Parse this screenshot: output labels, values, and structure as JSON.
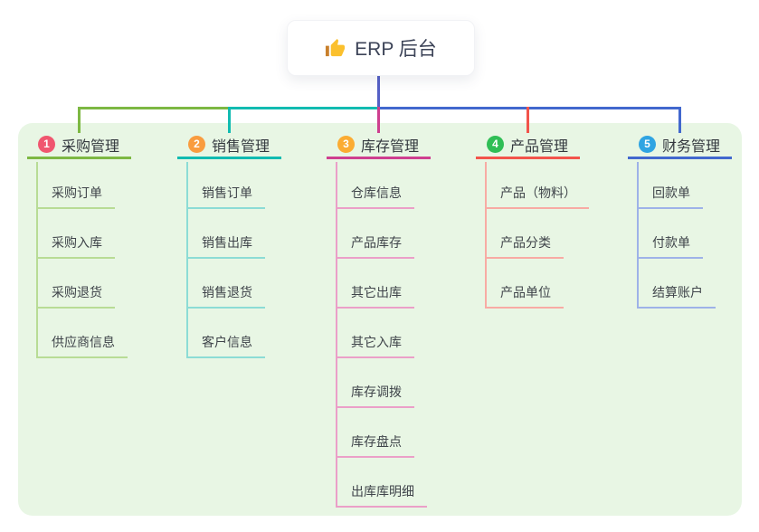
{
  "root": {
    "title": "ERP 后台",
    "icon": "thumbs-up"
  },
  "connector_color": "#5560C6",
  "panel_color": "#E8F6E4",
  "branches": [
    {
      "index": "1",
      "title": "采购管理",
      "color": "#7DB843",
      "light": "#B8DC95",
      "badge": "#F0566F",
      "children": [
        "采购订单",
        "采购入库",
        "采购退货",
        "供应商信息"
      ]
    },
    {
      "index": "2",
      "title": "销售管理",
      "color": "#11BBB1",
      "light": "#8CDCD5",
      "badge": "#F99C3F",
      "children": [
        "销售订单",
        "销售出库",
        "销售退货",
        "客户信息"
      ]
    },
    {
      "index": "3",
      "title": "库存管理",
      "color": "#CE3F8F",
      "light": "#EB9FC8",
      "badge": "#FBAC32",
      "children": [
        "仓库信息",
        "产品库存",
        "其它出库",
        "其它入库",
        "库存调拨",
        "库存盘点",
        "出库库明细"
      ]
    },
    {
      "index": "4",
      "title": "产品管理",
      "color": "#F2544B",
      "light": "#F8ABA4",
      "badge": "#2FBE55",
      "children": [
        "产品（物料）",
        "产品分类",
        "产品单位"
      ]
    },
    {
      "index": "5",
      "title": "财务管理",
      "color": "#4268CE",
      "light": "#9EB2E8",
      "badge": "#2FA4E2",
      "children": [
        "回款单",
        "付款单",
        "结算账户"
      ]
    }
  ]
}
